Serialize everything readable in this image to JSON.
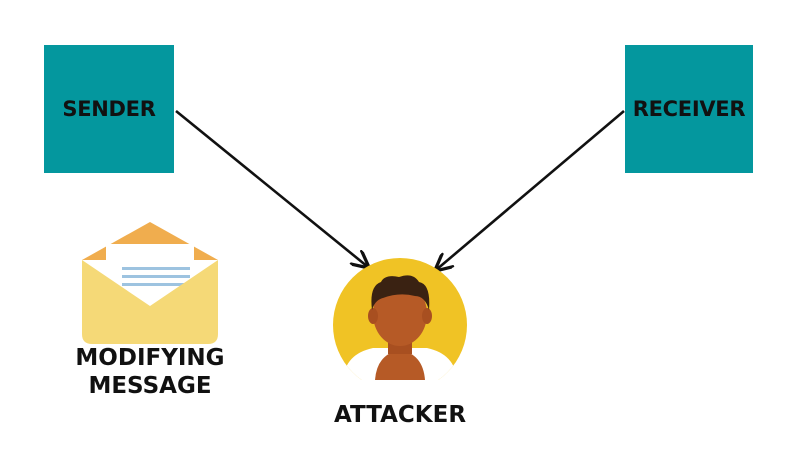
{
  "nodes": {
    "sender": {
      "label": "SENDER"
    },
    "receiver": {
      "label": "RECEIVER"
    },
    "attacker": {
      "label": "ATTACKER"
    }
  },
  "message": {
    "line1": "MODIFYING",
    "line2": "MESSAGE"
  },
  "edges": [
    {
      "from": "SENDER",
      "to": "ATTACKER"
    },
    {
      "from": "RECEIVER",
      "to": "ATTACKER"
    }
  ],
  "icons": {
    "message": "envelope-icon",
    "attacker": "person-avatar-icon"
  },
  "colors": {
    "node_fill": "#04979E",
    "arrow": "#111111",
    "envelope_body": "#F5D977",
    "envelope_flap": "#F0AD4E",
    "avatar_bg": "#F0C325",
    "skin": "#B65A26",
    "hair": "#3A2212"
  }
}
